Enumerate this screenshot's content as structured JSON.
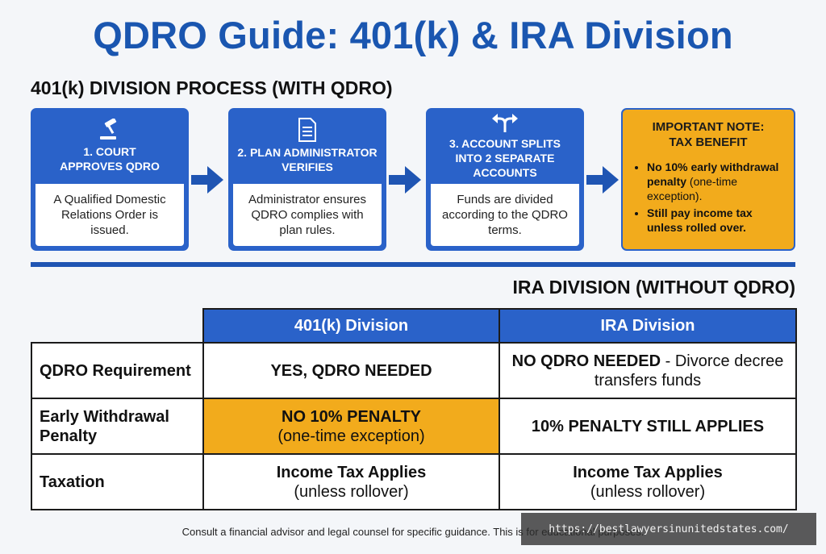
{
  "title": "QDRO Guide: 401(k) & IRA Division",
  "section1": "401(k) DIVISION PROCESS (WITH QDRO)",
  "section2": "IRA DIVISION (WITHOUT QDRO)",
  "steps": [
    {
      "icon": "gavel-icon",
      "title_line1": "1. COURT",
      "title_line2": "APPROVES QDRO",
      "body": "A Qualified Domestic Relations Order is issued."
    },
    {
      "icon": "document-icon",
      "title_line1": "2. PLAN ADMINISTRATOR",
      "title_line2": "VERIFIES",
      "body": "Administrator ensures QDRO complies with plan rules."
    },
    {
      "icon": "split-arrows-icon",
      "title_line1": "3. ACCOUNT SPLITS",
      "title_line2": "INTO 2 SEPARATE",
      "title_line3": "ACCOUNTS",
      "body": "Funds are divided according to the QDRO terms."
    }
  ],
  "note": {
    "head_line1": "IMPORTANT NOTE:",
    "head_line2": "TAX BENEFIT",
    "b1_bold": "No 10% early withdrawal penalty",
    "b1_rest": "(one-time exception).",
    "b2_bold": "Still pay income tax unless rolled over."
  },
  "table": {
    "headers": [
      "401(k) Division",
      "IRA Division"
    ],
    "rows": [
      {
        "label": "QDRO Requirement",
        "k401": "YES, QDRO NEEDED",
        "ira_bold": "NO QDRO NEEDED",
        "ira_rest": " - Divorce decree transfers funds"
      },
      {
        "label": "Early Withdrawal Penalty",
        "k401_bold": "NO 10% PENALTY",
        "k401_rest": "(one-time exception)",
        "ira": "10% PENALTY STILL APPLIES"
      },
      {
        "label": "Taxation",
        "k401_bold": "Income Tax Applies",
        "k401_rest": "(unless rollover)",
        "ira_bold": "Income Tax Applies",
        "ira_rest": "(unless rollover)"
      }
    ]
  },
  "footer": "Consult a financial advisor and legal counsel for specific guidance. This is for educational purposes.",
  "watermark": "https://bestlawyersinunitedstates.com/",
  "colors": {
    "blue": "#2a62c9",
    "title_blue": "#1a56b0",
    "orange": "#f2ab1c"
  }
}
